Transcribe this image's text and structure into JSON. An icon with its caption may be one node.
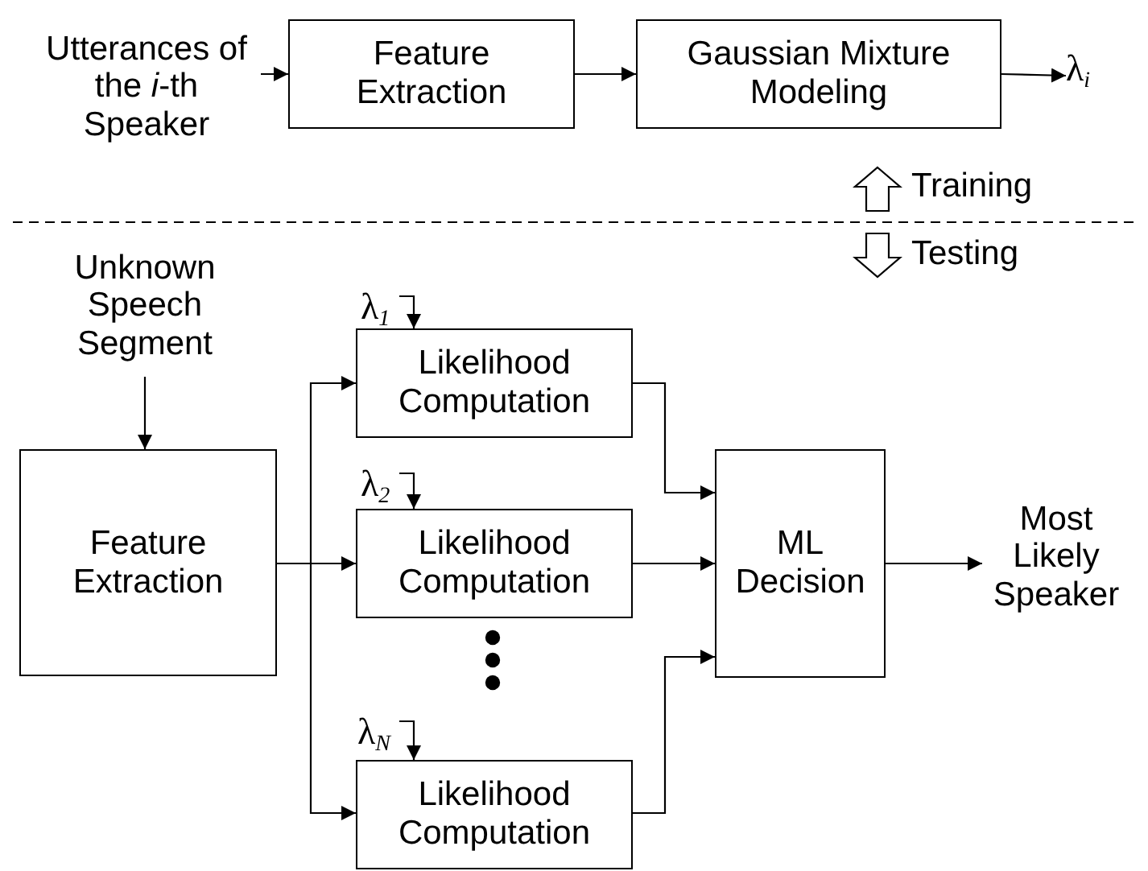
{
  "diagram": {
    "nodes": [
      {
        "text": [
          "Utterances of the *i*-th Speaker"
        ]
      },
      {
        "text": [
          "Feature Extraction"
        ]
      },
      {
        "text": [
          "Gaussian Mixture Modeling"
        ]
      },
      {
        "text": [
          "λ$_{i}$"
        ]
      },
      {
        "text": [
          "Unknown Speech Segment"
        ]
      },
      {
        "text": [
          "Feature Extraction"
        ]
      },
      {
        "text": [
          "λ$_{1}$"
        ]
      },
      {
        "text": [
          "Likelihood Computation"
        ]
      },
      {
        "text": [
          "λ$_{2}$"
        ]
      },
      {
        "text": [
          "Likelihood Computation"
        ]
      },
      {
        "text": [
          "λ$_{N}$"
        ]
      },
      {
        "text": [
          "Likelihood Computation"
        ]
      },
      {
        "text": [
          "ML Decision"
        ]
      },
      {
        "text": [
          "Most Likely Speaker"
        ]
      }
    ],
    "edges": [
      {
        "from": 0,
        "to": 1,
        "arrow": "to"
      },
      {
        "from": 1,
        "to": 2,
        "arrow": "to"
      },
      {
        "from": 2,
        "to": 3,
        "arrow": "to"
      },
      {
        "from": 4,
        "to": 5,
        "arrow": "to"
      },
      {
        "from": 5,
        "to": 7,
        "arrow": "to"
      },
      {
        "from": 5,
        "to": 9,
        "arrow": "to"
      },
      {
        "from": 5,
        "to": 11,
        "arrow": "to"
      },
      {
        "from": 6,
        "to": 7,
        "arrow": "to"
      },
      {
        "from": 8,
        "to": 9,
        "arrow": "to"
      },
      {
        "from": 10,
        "to": 11,
        "arrow": "to"
      },
      {
        "from": 7,
        "to": 12,
        "arrow": "to"
      },
      {
        "from": 9,
        "to": 12,
        "arrow": "to"
      },
      {
        "from": 11,
        "to": 12,
        "arrow": "to"
      },
      {
        "from": 12,
        "to": 13,
        "arrow": "to"
      }
    ],
    "labels": [
      "Training",
      "Testing"
    ]
  }
}
